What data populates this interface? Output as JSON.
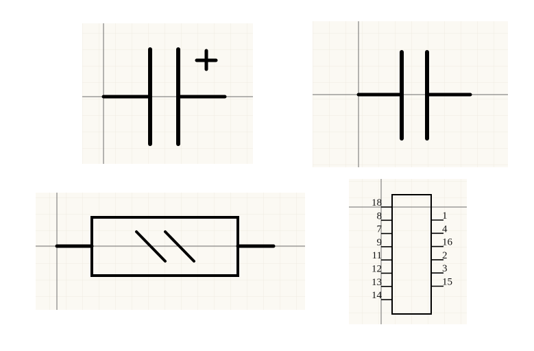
{
  "symbols": {
    "polarized_capacitor": {
      "polarity_mark": "+"
    },
    "capacitor": {},
    "crystal": {},
    "ic": {
      "left_pins": [
        "18",
        "8",
        "7",
        "9",
        "11",
        "12",
        "13",
        "14"
      ],
      "right_pins": [
        "1",
        "4",
        "16",
        "2",
        "3",
        "15"
      ]
    }
  },
  "colors": {
    "background": "#ffffff",
    "panel": "#fbf9f3",
    "grid": "#efebe0",
    "axis": "#6b6b6b",
    "stroke": "#000000"
  }
}
